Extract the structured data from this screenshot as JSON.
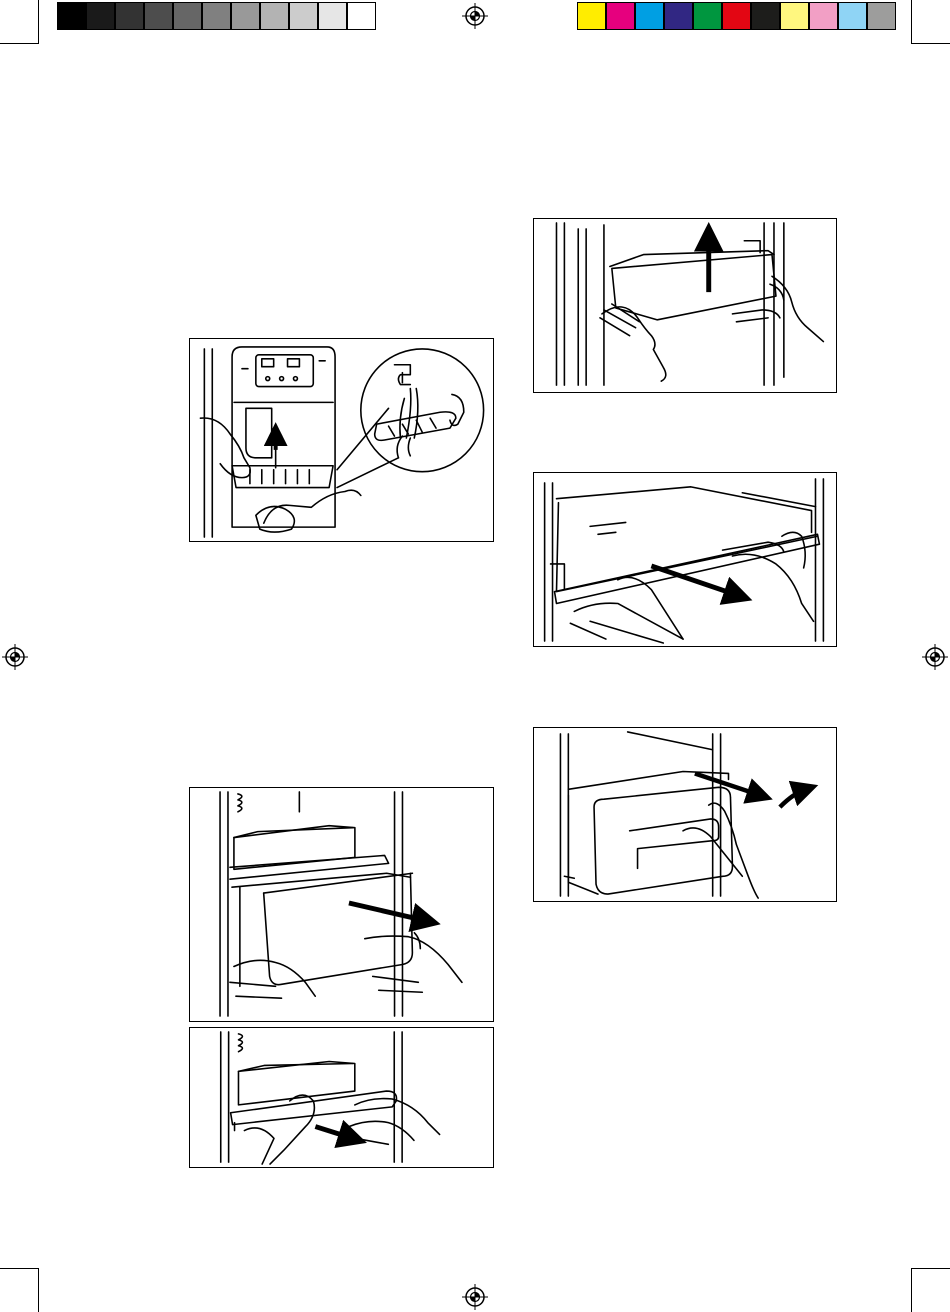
{
  "color_bar": {
    "grays": [
      "#000000",
      "#1a1a1a",
      "#333333",
      "#4d4d4d",
      "#666666",
      "#808080",
      "#999999",
      "#b3b3b3",
      "#cccccc",
      "#e6e6e6",
      "#ffffff"
    ],
    "process": [
      "#ffed00",
      "#e6007e",
      "#009fe3",
      "#312783",
      "#00963f",
      "#e30613",
      "#1d1d1b",
      "#fff77f",
      "#f29fc5",
      "#8fd4f5",
      "#9d9d9c"
    ]
  },
  "illustrations": [
    {
      "id": "dispenser-drip-tray",
      "icon": "drip-tray-cleaning-icon"
    },
    {
      "id": "door-balcony-lift",
      "icon": "door-balcony-lift-icon"
    },
    {
      "id": "glass-shelf-pull",
      "icon": "glass-shelf-pull-icon"
    },
    {
      "id": "drawer-pull-tilt",
      "icon": "drawer-pull-tilt-icon"
    },
    {
      "id": "crisper-drawer-pull",
      "icon": "crisper-drawer-pull-icon"
    },
    {
      "id": "drawer-cover-slide",
      "icon": "drawer-cover-slide-icon"
    }
  ]
}
